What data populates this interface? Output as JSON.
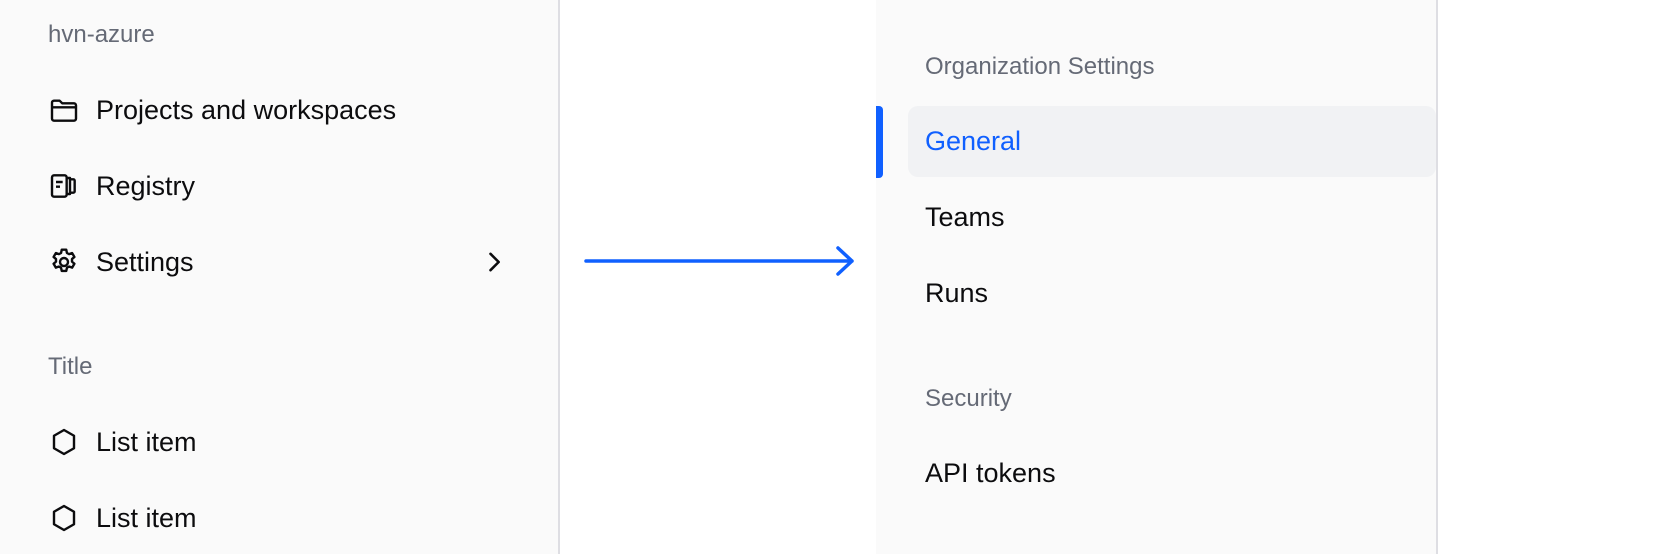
{
  "left_nav": {
    "org_name": "hvn-azure",
    "items": [
      {
        "label": "Projects and workspaces",
        "icon": "folder-icon"
      },
      {
        "label": "Registry",
        "icon": "registry-icon"
      },
      {
        "label": "Settings",
        "icon": "gear-icon",
        "has_submenu": true
      }
    ],
    "section_title": "Title",
    "list_items": [
      {
        "label": "List item",
        "icon": "hexagon-icon"
      },
      {
        "label": "List item",
        "icon": "hexagon-icon"
      }
    ]
  },
  "transition_arrow": {
    "icon": "arrow-right-icon",
    "color": "#1060ff"
  },
  "settings_nav": {
    "sections": [
      {
        "title": "Organization Settings",
        "items": [
          {
            "label": "General",
            "active": true
          },
          {
            "label": "Teams",
            "active": false
          },
          {
            "label": "Runs",
            "active": false
          }
        ]
      },
      {
        "title": "Security",
        "items": [
          {
            "label": "API tokens",
            "active": false
          }
        ]
      }
    ]
  },
  "colors": {
    "accent": "#1060ff",
    "panel_bg": "#fafafa",
    "active_bg": "#f1f2f4",
    "muted_text": "#656a76",
    "text": "#0c0c0e",
    "divider": "#dedee3"
  }
}
